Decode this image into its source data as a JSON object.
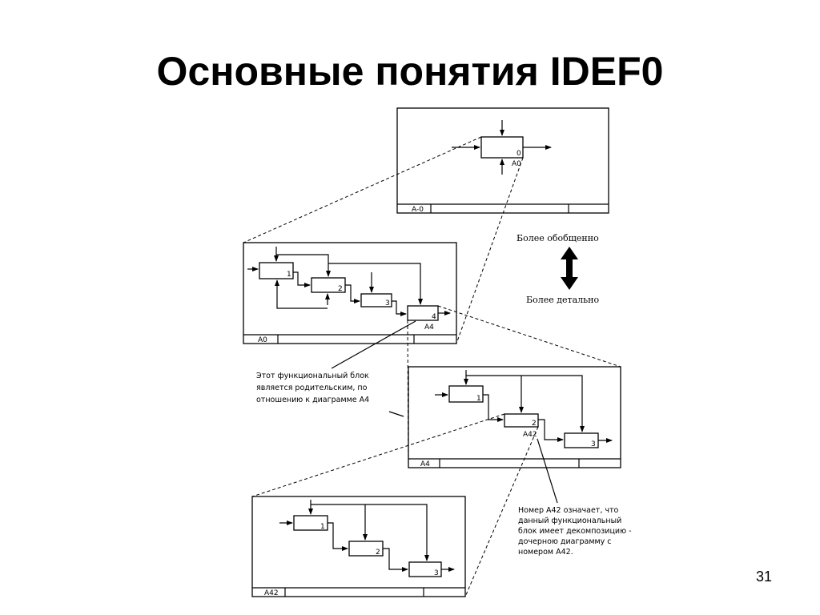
{
  "slide": {
    "title": "Основные понятия IDEF0",
    "page_number": "31"
  },
  "legend": {
    "top": "Более обобщенно",
    "bottom": "Более детально"
  },
  "diagrams": {
    "a0_context": {
      "node_label": "A-0",
      "block_number": "0",
      "block_code": "A0"
    },
    "a0": {
      "node_label": "A0",
      "block_numbers": [
        "1",
        "2",
        "3",
        "4"
      ],
      "detail_code": "A4"
    },
    "a4": {
      "node_label": "A4",
      "block_numbers": [
        "1",
        "2",
        "3"
      ],
      "detail_code": "A42"
    },
    "a42": {
      "node_label": "A42",
      "block_numbers": [
        "1",
        "2",
        "3"
      ]
    }
  },
  "notes": {
    "parent_block": [
      "Этот функциональный блок",
      "является родительским, по",
      "отношению к диаграмме A4"
    ],
    "decomposition": [
      "Номер A42 означает, что",
      "данный функциональный",
      "блок имеет декомпозицию -",
      "дочерною диаграмму с",
      "номером A42."
    ]
  }
}
